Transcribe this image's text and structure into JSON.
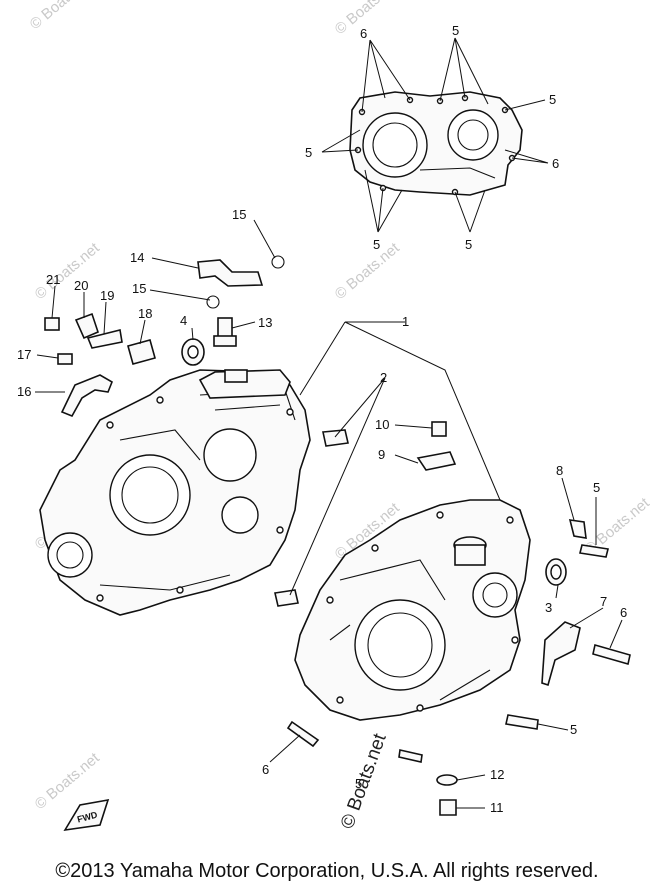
{
  "watermark": {
    "text": "© Boats.net"
  },
  "callouts": [
    {
      "id": "c1",
      "label": "1"
    },
    {
      "id": "c2",
      "label": "2"
    },
    {
      "id": "c3",
      "label": "3"
    },
    {
      "id": "c4",
      "label": "4"
    },
    {
      "id": "c5a",
      "label": "5"
    },
    {
      "id": "c5b",
      "label": "5"
    },
    {
      "id": "c5c",
      "label": "5"
    },
    {
      "id": "c5d",
      "label": "5"
    },
    {
      "id": "c5e",
      "label": "5"
    },
    {
      "id": "c5f",
      "label": "5"
    },
    {
      "id": "c5g",
      "label": "5"
    },
    {
      "id": "c5h",
      "label": "5"
    },
    {
      "id": "c6a",
      "label": "6"
    },
    {
      "id": "c6b",
      "label": "6"
    },
    {
      "id": "c6c",
      "label": "6"
    },
    {
      "id": "c6d",
      "label": "6"
    },
    {
      "id": "c7",
      "label": "7"
    },
    {
      "id": "c8",
      "label": "8"
    },
    {
      "id": "c9",
      "label": "9"
    },
    {
      "id": "c10",
      "label": "10"
    },
    {
      "id": "c11",
      "label": "11"
    },
    {
      "id": "c12",
      "label": "12"
    },
    {
      "id": "c13",
      "label": "13"
    },
    {
      "id": "c14",
      "label": "14"
    },
    {
      "id": "c15a",
      "label": "15"
    },
    {
      "id": "c15b",
      "label": "15"
    },
    {
      "id": "c16",
      "label": "16"
    },
    {
      "id": "c17",
      "label": "17"
    },
    {
      "id": "c18",
      "label": "18"
    },
    {
      "id": "c19",
      "label": "19"
    },
    {
      "id": "c20",
      "label": "20"
    },
    {
      "id": "c21",
      "label": "21"
    }
  ],
  "fwd_badge": "FWD",
  "copyright": "©2013 Yamaha Motor Corporation, U.S.A. All rights reserved."
}
